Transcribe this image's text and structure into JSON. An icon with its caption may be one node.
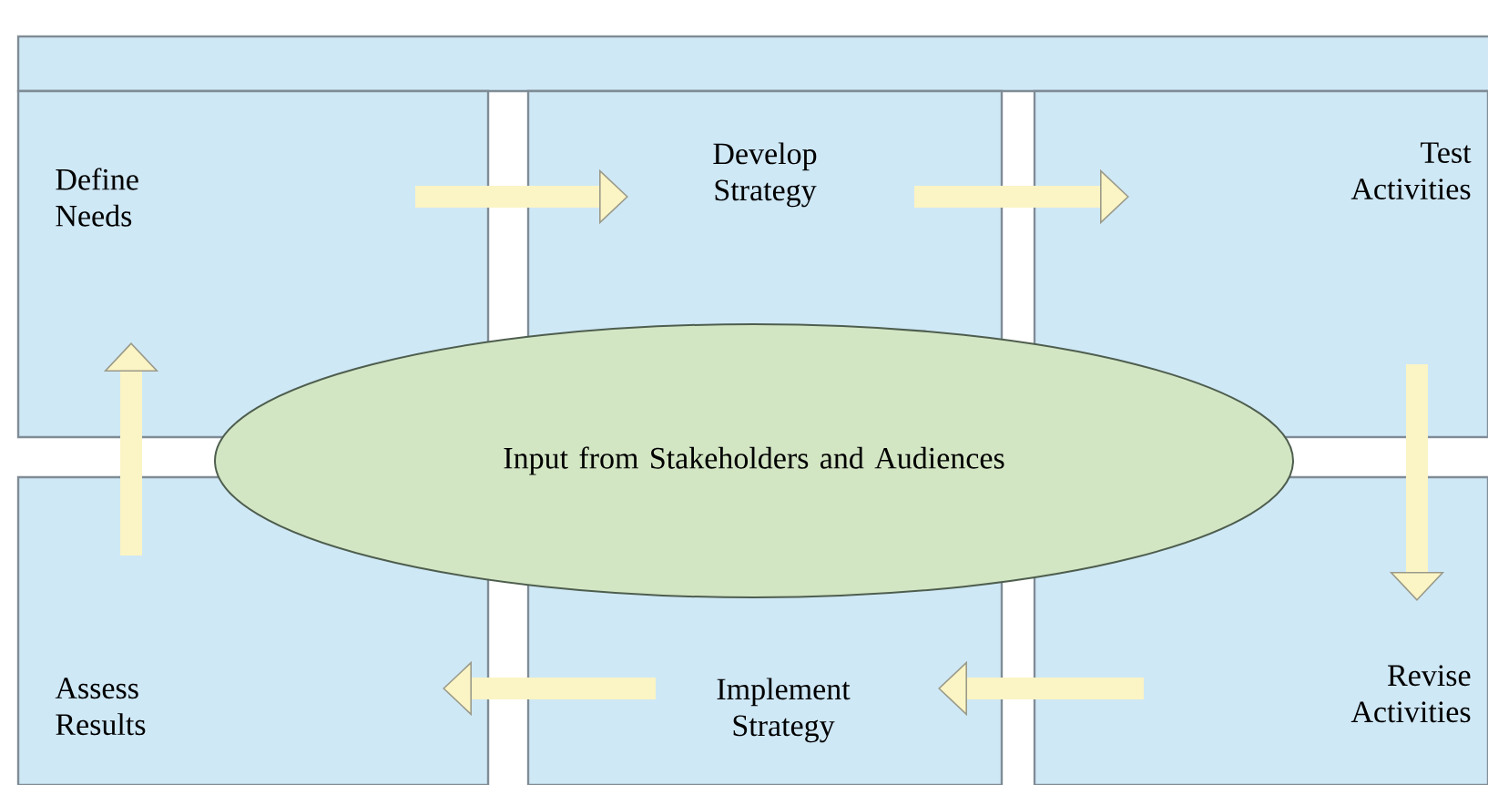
{
  "diagram": {
    "nodes": [
      {
        "text": [
          "Define Needs"
        ]
      },
      {
        "text": [
          "Develop Strategy"
        ]
      },
      {
        "text": [
          "Test Activities"
        ]
      },
      {
        "text": [
          "Assess Results"
        ]
      },
      {
        "text": [
          "Implement Strategy"
        ]
      },
      {
        "text": [
          "Revise Activities"
        ]
      },
      {
        "text": [
          "Input from Stakeholders and Audiences"
        ]
      }
    ],
    "edges": [
      {
        "from": 0,
        "to": 1,
        "arrow": "to"
      },
      {
        "from": 1,
        "to": 2,
        "arrow": "to"
      },
      {
        "from": 2,
        "to": 5,
        "arrow": "to"
      },
      {
        "from": 5,
        "to": 4,
        "arrow": "to"
      },
      {
        "from": 4,
        "to": 3,
        "arrow": "to"
      },
      {
        "from": 3,
        "to": 0,
        "arrow": "to"
      }
    ]
  }
}
